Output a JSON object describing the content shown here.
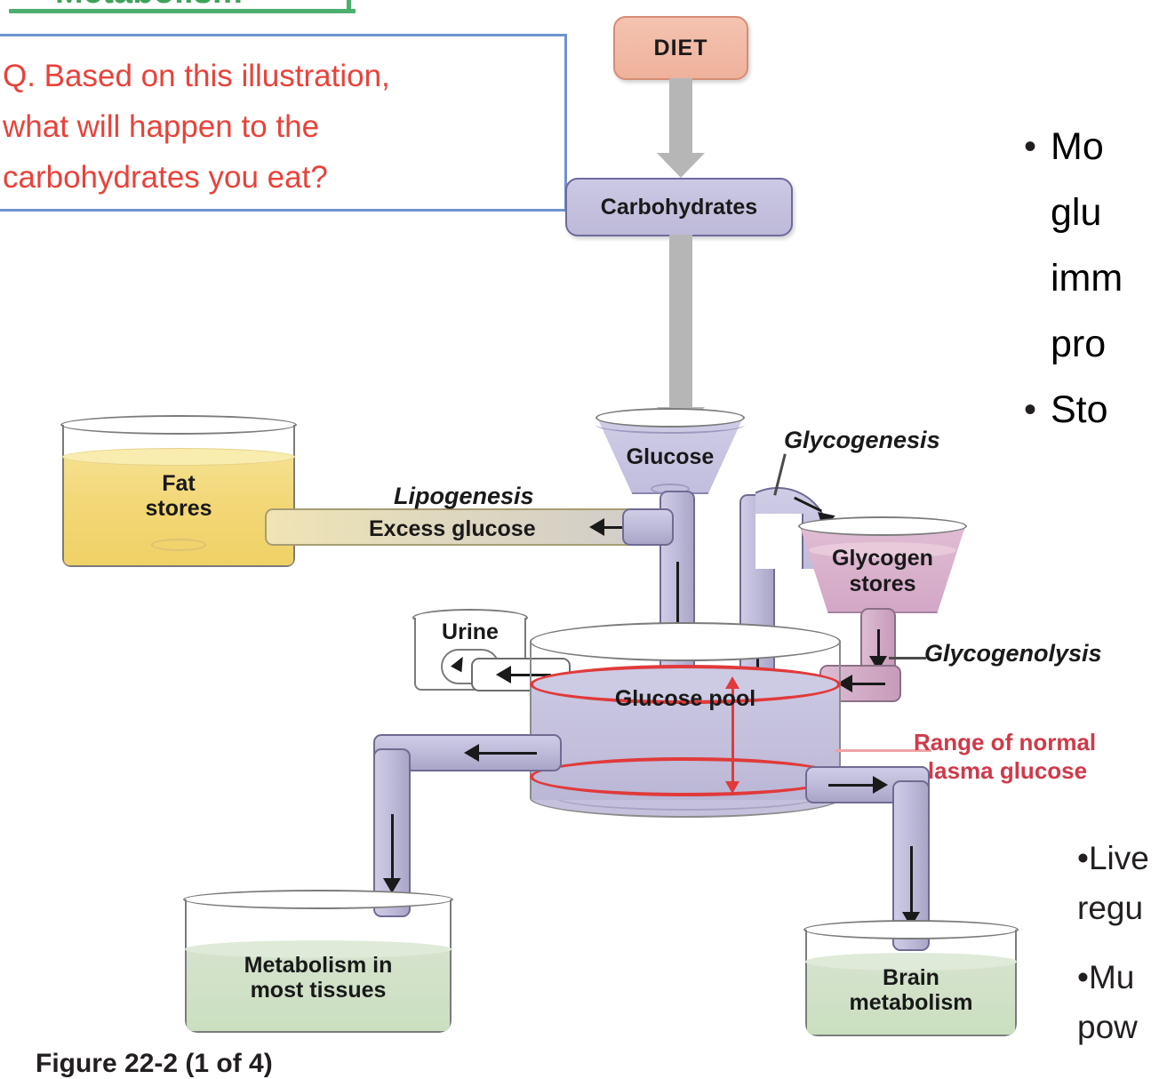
{
  "slide": {
    "title_partial": "Metabolism",
    "figure_caption": "Figure 22-2 (1 of 4)"
  },
  "question": {
    "text": "Q. Based on this illustration,\nwhat will happen to the\ncarbohydrates you eat?",
    "border_color": "#6f92cf",
    "text_color": "#e8423a"
  },
  "right_notes": {
    "bullet1_line1": "Mo",
    "bullet1_line2": "glu",
    "bullet1_line3": "imm",
    "bullet1_line4": "pro",
    "bullet2_line1": "Sto",
    "note1": "•Live\nregu",
    "note2": "•Mu\npow"
  },
  "diagram": {
    "diet_label": "DIET",
    "carbohydrates_label": "Carbohydrates",
    "glucose_label": "Glucose",
    "fat_stores_label": "Fat\nstores",
    "glycogen_stores_label": "Glycogen\nstores",
    "glucose_pool_label": "Glucose pool",
    "urine_label": "Urine",
    "tissue_label": "Metabolism in\nmost tissues",
    "brain_label": "Brain\nmetabolism",
    "lipogenesis_label": "Lipogenesis",
    "excess_glucose_label": "Excess glucose",
    "glycogenesis_label": "Glycogenesis",
    "glycogenolysis_label": "Glycogenolysis",
    "range_label": "Range of normal\nplasma glucose",
    "colors": {
      "diet_fill": "#efb29c",
      "carb_fill": "#c5c1de",
      "glucose_fill": "#c5c1de",
      "fat_fill": "#f3d776",
      "glycogen_fill": "#d6abc9",
      "pool_fill": "#c5c1dc",
      "tissue_fill": "#cadfc0",
      "brain_fill": "#cadfc0",
      "range_red": "#e03a3a",
      "arrow_gray": "#b6b6b6"
    }
  }
}
